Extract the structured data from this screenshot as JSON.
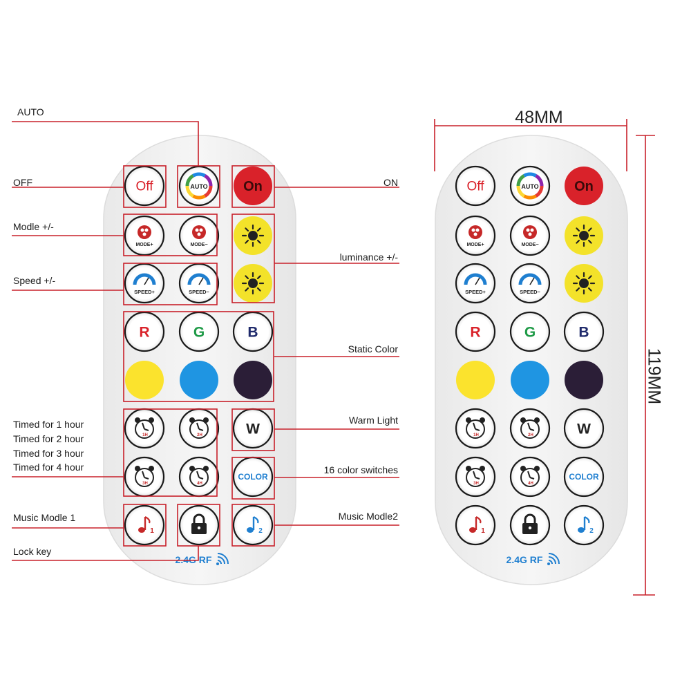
{
  "colors": {
    "annotation_line": "#c8202a",
    "remote_body": "#f1f1f1",
    "button_ring": "#1a1a1a",
    "on_red": "#d9222a",
    "off_text": "#d9222a",
    "sun_yellow": "#f3e22a",
    "swatch_yellow": "#fbe32d",
    "swatch_blue": "#1f95e2",
    "swatch_dark": "#2b1e37",
    "rf_blue": "#1f7fd0"
  },
  "labels": {
    "auto": "AUTO",
    "off": "OFF",
    "on": "ON",
    "modle": "Modle +/-",
    "speed": "Speed +/-",
    "luminance": "luminance +/-",
    "static_color": "Static Color",
    "timed_1": "Timed for 1 hour",
    "timed_2": "Timed for 2 hour",
    "timed_3": "Timed for 3 hour",
    "timed_4": "Timed for 4 hour",
    "warm_light": "Warm Light",
    "color_switches": "16 color switches",
    "music_1": "Music Modle 1",
    "music_2": "Music Modle2",
    "lock_key": "Lock key"
  },
  "dimensions": {
    "width": "48MM",
    "height": "119MM"
  },
  "remote": {
    "rf_label": "2.4G RF",
    "buttons": [
      {
        "id": "off",
        "text": "Off",
        "icon": "text"
      },
      {
        "id": "auto",
        "text": "AUTO",
        "icon": "auto-rainbow-icon"
      },
      {
        "id": "on",
        "text": "On",
        "icon": "text"
      },
      {
        "id": "mode-plus",
        "text": "MODE+",
        "icon": "mode-icon"
      },
      {
        "id": "mode-minus",
        "text": "MODE−",
        "icon": "mode-icon"
      },
      {
        "id": "bright-plus",
        "text": "",
        "icon": "sun-icon"
      },
      {
        "id": "speed-plus",
        "text": "SPEED+",
        "icon": "speedometer-icon"
      },
      {
        "id": "speed-minus",
        "text": "SPEED−",
        "icon": "speedometer-icon"
      },
      {
        "id": "bright-minus",
        "text": "",
        "icon": "sun-icon"
      },
      {
        "id": "red",
        "text": "R",
        "icon": "text"
      },
      {
        "id": "green",
        "text": "G",
        "icon": "text"
      },
      {
        "id": "blue",
        "text": "B",
        "icon": "text"
      },
      {
        "id": "yellow",
        "text": "",
        "icon": "swatch"
      },
      {
        "id": "skyblue",
        "text": "",
        "icon": "swatch"
      },
      {
        "id": "darkpurple",
        "text": "",
        "icon": "swatch"
      },
      {
        "id": "timer-1h",
        "text": "1H",
        "icon": "alarm-clock-icon"
      },
      {
        "id": "timer-2h",
        "text": "2H",
        "icon": "alarm-clock-icon"
      },
      {
        "id": "warm",
        "text": "W",
        "icon": "text"
      },
      {
        "id": "timer-3h",
        "text": "3H",
        "icon": "alarm-clock-icon"
      },
      {
        "id": "timer-4h",
        "text": "4H",
        "icon": "alarm-clock-icon"
      },
      {
        "id": "color",
        "text": "COLOR",
        "icon": "text"
      },
      {
        "id": "music-1",
        "text": "1",
        "icon": "music-note-icon"
      },
      {
        "id": "lock",
        "text": "",
        "icon": "padlock-icon"
      },
      {
        "id": "music-2",
        "text": "2",
        "icon": "music-note-icon"
      }
    ]
  }
}
